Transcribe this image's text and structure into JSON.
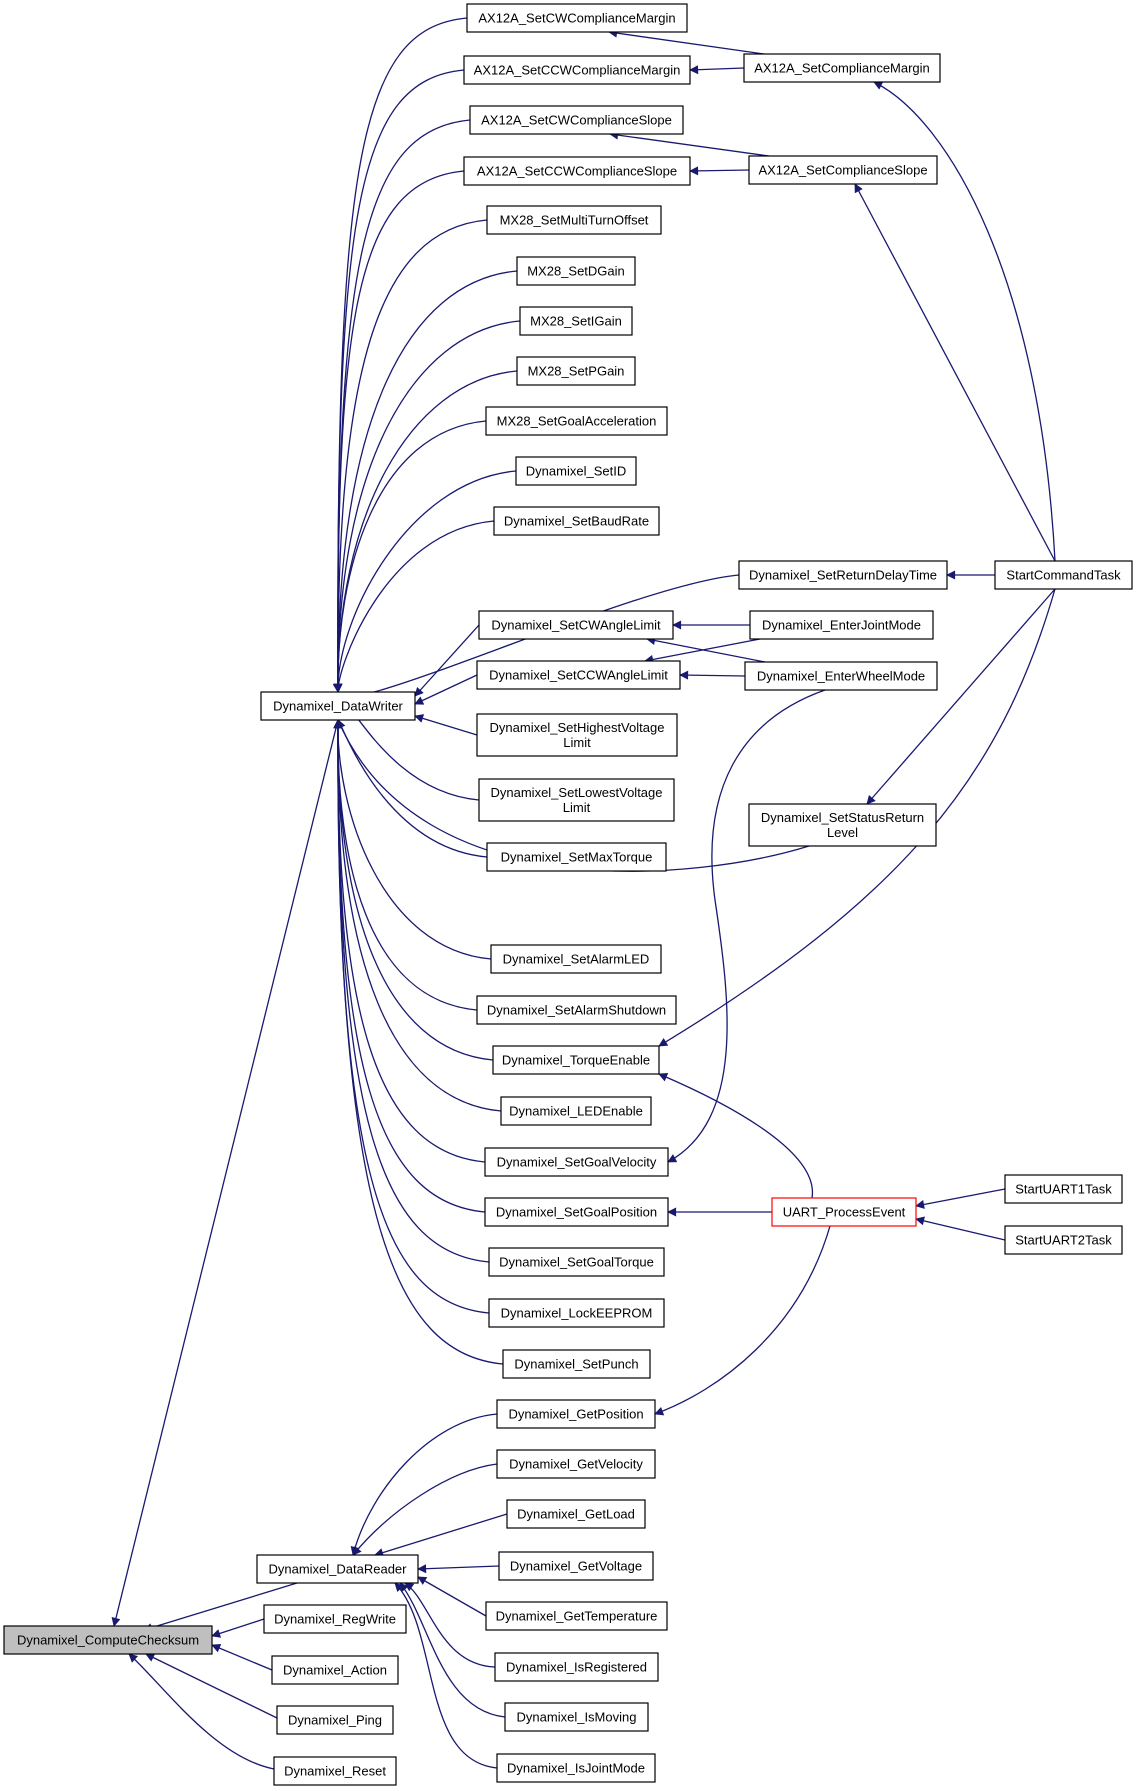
{
  "graph": {
    "edge_color": "#191970",
    "root_fill": "#bfbfbf",
    "highlight_border": "#ff0000",
    "nodes": [
      {
        "id": "compute",
        "label": "Dynamixel_ComputeChecksum",
        "style": "root"
      },
      {
        "id": "writer",
        "label": "Dynamixel_DataWriter"
      },
      {
        "id": "reader",
        "label": "Dynamixel_DataReader"
      },
      {
        "id": "regwrite",
        "label": "Dynamixel_RegWrite"
      },
      {
        "id": "action",
        "label": "Dynamixel_Action"
      },
      {
        "id": "ping",
        "label": "Dynamixel_Ping"
      },
      {
        "id": "reset",
        "label": "Dynamixel_Reset"
      },
      {
        "id": "cwmargin",
        "label": "AX12A_SetCWComplianceMargin"
      },
      {
        "id": "ccwmargin",
        "label": "AX12A_SetCCWComplianceMargin"
      },
      {
        "id": "cwslope",
        "label": "AX12A_SetCWComplianceSlope"
      },
      {
        "id": "ccwslope",
        "label": "AX12A_SetCCWComplianceSlope"
      },
      {
        "id": "multiturn",
        "label": "MX28_SetMultiTurnOffset"
      },
      {
        "id": "dgain",
        "label": "MX28_SetDGain"
      },
      {
        "id": "igain",
        "label": "MX28_SetIGain"
      },
      {
        "id": "pgain",
        "label": "MX28_SetPGain"
      },
      {
        "id": "goalacc",
        "label": "MX28_SetGoalAcceleration"
      },
      {
        "id": "setid",
        "label": "Dynamixel_SetID"
      },
      {
        "id": "baud",
        "label": "Dynamixel_SetBaudRate"
      },
      {
        "id": "retdelay",
        "label": "Dynamixel_SetReturnDelayTime"
      },
      {
        "id": "cwangle",
        "label": "Dynamixel_SetCWAngleLimit"
      },
      {
        "id": "ccwangle",
        "label": "Dynamixel_SetCCWAngleLimit"
      },
      {
        "id": "highv",
        "label": "Dynamixel_SetHighestVoltage\nLimit"
      },
      {
        "id": "lowv",
        "label": "Dynamixel_SetLowestVoltage\nLimit"
      },
      {
        "id": "maxtorque",
        "label": "Dynamixel_SetMaxTorque"
      },
      {
        "id": "alarmled",
        "label": "Dynamixel_SetAlarmLED"
      },
      {
        "id": "alarmshut",
        "label": "Dynamixel_SetAlarmShutdown"
      },
      {
        "id": "torqueen",
        "label": "Dynamixel_TorqueEnable"
      },
      {
        "id": "leden",
        "label": "Dynamixel_LEDEnable"
      },
      {
        "id": "goalvel",
        "label": "Dynamixel_SetGoalVelocity"
      },
      {
        "id": "goalpos",
        "label": "Dynamixel_SetGoalPosition"
      },
      {
        "id": "goaltorque",
        "label": "Dynamixel_SetGoalTorque"
      },
      {
        "id": "lockee",
        "label": "Dynamixel_LockEEPROM"
      },
      {
        "id": "punch",
        "label": "Dynamixel_SetPunch"
      },
      {
        "id": "getpos",
        "label": "Dynamixel_GetPosition"
      },
      {
        "id": "getvel",
        "label": "Dynamixel_GetVelocity"
      },
      {
        "id": "getload",
        "label": "Dynamixel_GetLoad"
      },
      {
        "id": "getvolt",
        "label": "Dynamixel_GetVoltage"
      },
      {
        "id": "gettemp",
        "label": "Dynamixel_GetTemperature"
      },
      {
        "id": "isreg",
        "label": "Dynamixel_IsRegistered"
      },
      {
        "id": "ismoving",
        "label": "Dynamixel_IsMoving"
      },
      {
        "id": "isjoint",
        "label": "Dynamixel_IsJointMode"
      },
      {
        "id": "compmargin",
        "label": "AX12A_SetComplianceMargin"
      },
      {
        "id": "compslope",
        "label": "AX12A_SetComplianceSlope"
      },
      {
        "id": "jointmode",
        "label": "Dynamixel_EnterJointMode"
      },
      {
        "id": "wheelmode",
        "label": "Dynamixel_EnterWheelMode"
      },
      {
        "id": "statusret",
        "label": "Dynamixel_SetStatusReturn\nLevel"
      },
      {
        "id": "uartproc",
        "label": "UART_ProcessEvent",
        "style": "highlight"
      },
      {
        "id": "startcmd",
        "label": "StartCommandTask"
      },
      {
        "id": "startu1",
        "label": "StartUART1Task"
      },
      {
        "id": "startu2",
        "label": "StartUART2Task"
      }
    ],
    "edges": [
      {
        "from": "writer",
        "to": "compute"
      },
      {
        "from": "reader",
        "to": "compute"
      },
      {
        "from": "regwrite",
        "to": "compute"
      },
      {
        "from": "action",
        "to": "compute"
      },
      {
        "from": "ping",
        "to": "compute"
      },
      {
        "from": "reset",
        "to": "compute"
      },
      {
        "from": "cwmargin",
        "to": "writer"
      },
      {
        "from": "ccwmargin",
        "to": "writer"
      },
      {
        "from": "cwslope",
        "to": "writer"
      },
      {
        "from": "ccwslope",
        "to": "writer"
      },
      {
        "from": "multiturn",
        "to": "writer"
      },
      {
        "from": "dgain",
        "to": "writer"
      },
      {
        "from": "igain",
        "to": "writer"
      },
      {
        "from": "pgain",
        "to": "writer"
      },
      {
        "from": "goalacc",
        "to": "writer"
      },
      {
        "from": "setid",
        "to": "writer"
      },
      {
        "from": "baud",
        "to": "writer"
      },
      {
        "from": "retdelay",
        "to": "writer"
      },
      {
        "from": "cwangle",
        "to": "writer"
      },
      {
        "from": "ccwangle",
        "to": "writer"
      },
      {
        "from": "highv",
        "to": "writer"
      },
      {
        "from": "lowv",
        "to": "writer"
      },
      {
        "from": "maxtorque",
        "to": "writer"
      },
      {
        "from": "statusret",
        "to": "writer"
      },
      {
        "from": "alarmled",
        "to": "writer"
      },
      {
        "from": "alarmshut",
        "to": "writer"
      },
      {
        "from": "torqueen",
        "to": "writer"
      },
      {
        "from": "leden",
        "to": "writer"
      },
      {
        "from": "goalvel",
        "to": "writer"
      },
      {
        "from": "goalpos",
        "to": "writer"
      },
      {
        "from": "goaltorque",
        "to": "writer"
      },
      {
        "from": "lockee",
        "to": "writer"
      },
      {
        "from": "punch",
        "to": "writer"
      },
      {
        "from": "getpos",
        "to": "reader"
      },
      {
        "from": "getvel",
        "to": "reader"
      },
      {
        "from": "getload",
        "to": "reader"
      },
      {
        "from": "getvolt",
        "to": "reader"
      },
      {
        "from": "gettemp",
        "to": "reader"
      },
      {
        "from": "isreg",
        "to": "reader"
      },
      {
        "from": "ismoving",
        "to": "reader"
      },
      {
        "from": "isjoint",
        "to": "reader"
      },
      {
        "from": "compmargin",
        "to": "cwmargin"
      },
      {
        "from": "compmargin",
        "to": "ccwmargin"
      },
      {
        "from": "compslope",
        "to": "cwslope"
      },
      {
        "from": "compslope",
        "to": "ccwslope"
      },
      {
        "from": "jointmode",
        "to": "cwangle"
      },
      {
        "from": "jointmode",
        "to": "ccwangle"
      },
      {
        "from": "wheelmode",
        "to": "cwangle"
      },
      {
        "from": "wheelmode",
        "to": "ccwangle"
      },
      {
        "from": "wheelmode",
        "to": "goalvel"
      },
      {
        "from": "startcmd",
        "to": "compmargin"
      },
      {
        "from": "startcmd",
        "to": "compslope"
      },
      {
        "from": "startcmd",
        "to": "retdelay"
      },
      {
        "from": "startcmd",
        "to": "statusret"
      },
      {
        "from": "startcmd",
        "to": "torqueen"
      },
      {
        "from": "uartproc",
        "to": "torqueen"
      },
      {
        "from": "uartproc",
        "to": "goalpos"
      },
      {
        "from": "uartproc",
        "to": "getpos"
      },
      {
        "from": "startu1",
        "to": "uartproc"
      },
      {
        "from": "startu2",
        "to": "uartproc"
      }
    ]
  }
}
